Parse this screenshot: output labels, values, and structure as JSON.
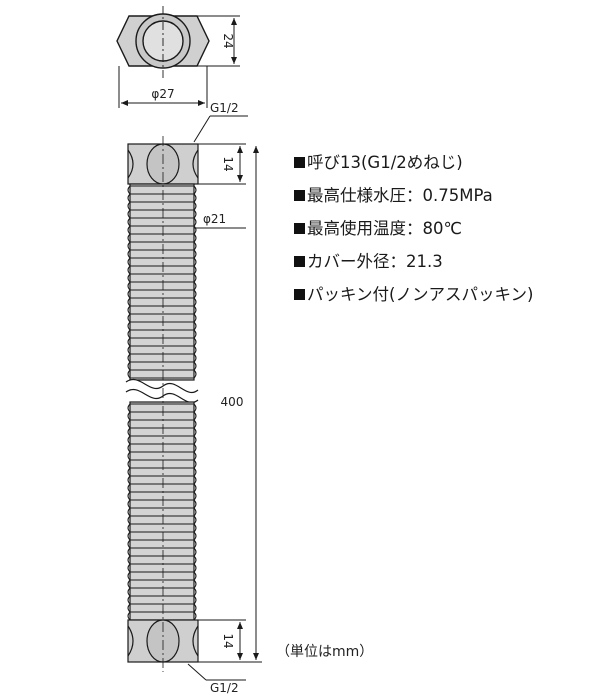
{
  "dimensions": {
    "nut_height": "24",
    "nut_diameter": "φ27",
    "thread_top": "G1/2",
    "thread_bottom": "G1/2",
    "nut_length_top": "14",
    "nut_length_bottom": "14",
    "hose_diameter": "φ21",
    "total_length": "400"
  },
  "specs": [
    "呼び13(G1/2めねじ)",
    "最高仕様水圧：0.75MPa",
    "最高使用温度：80℃",
    "カバー外径：21.3",
    "パッキン付(ノンアスパッキン)"
  ],
  "unit_note": "（単位はmm）",
  "colors": {
    "line": "#1a1a1a",
    "body_fill": "#d4d4d4",
    "nut_fill": "#cfcfcf",
    "ring_fill": "#c6c6c6"
  }
}
